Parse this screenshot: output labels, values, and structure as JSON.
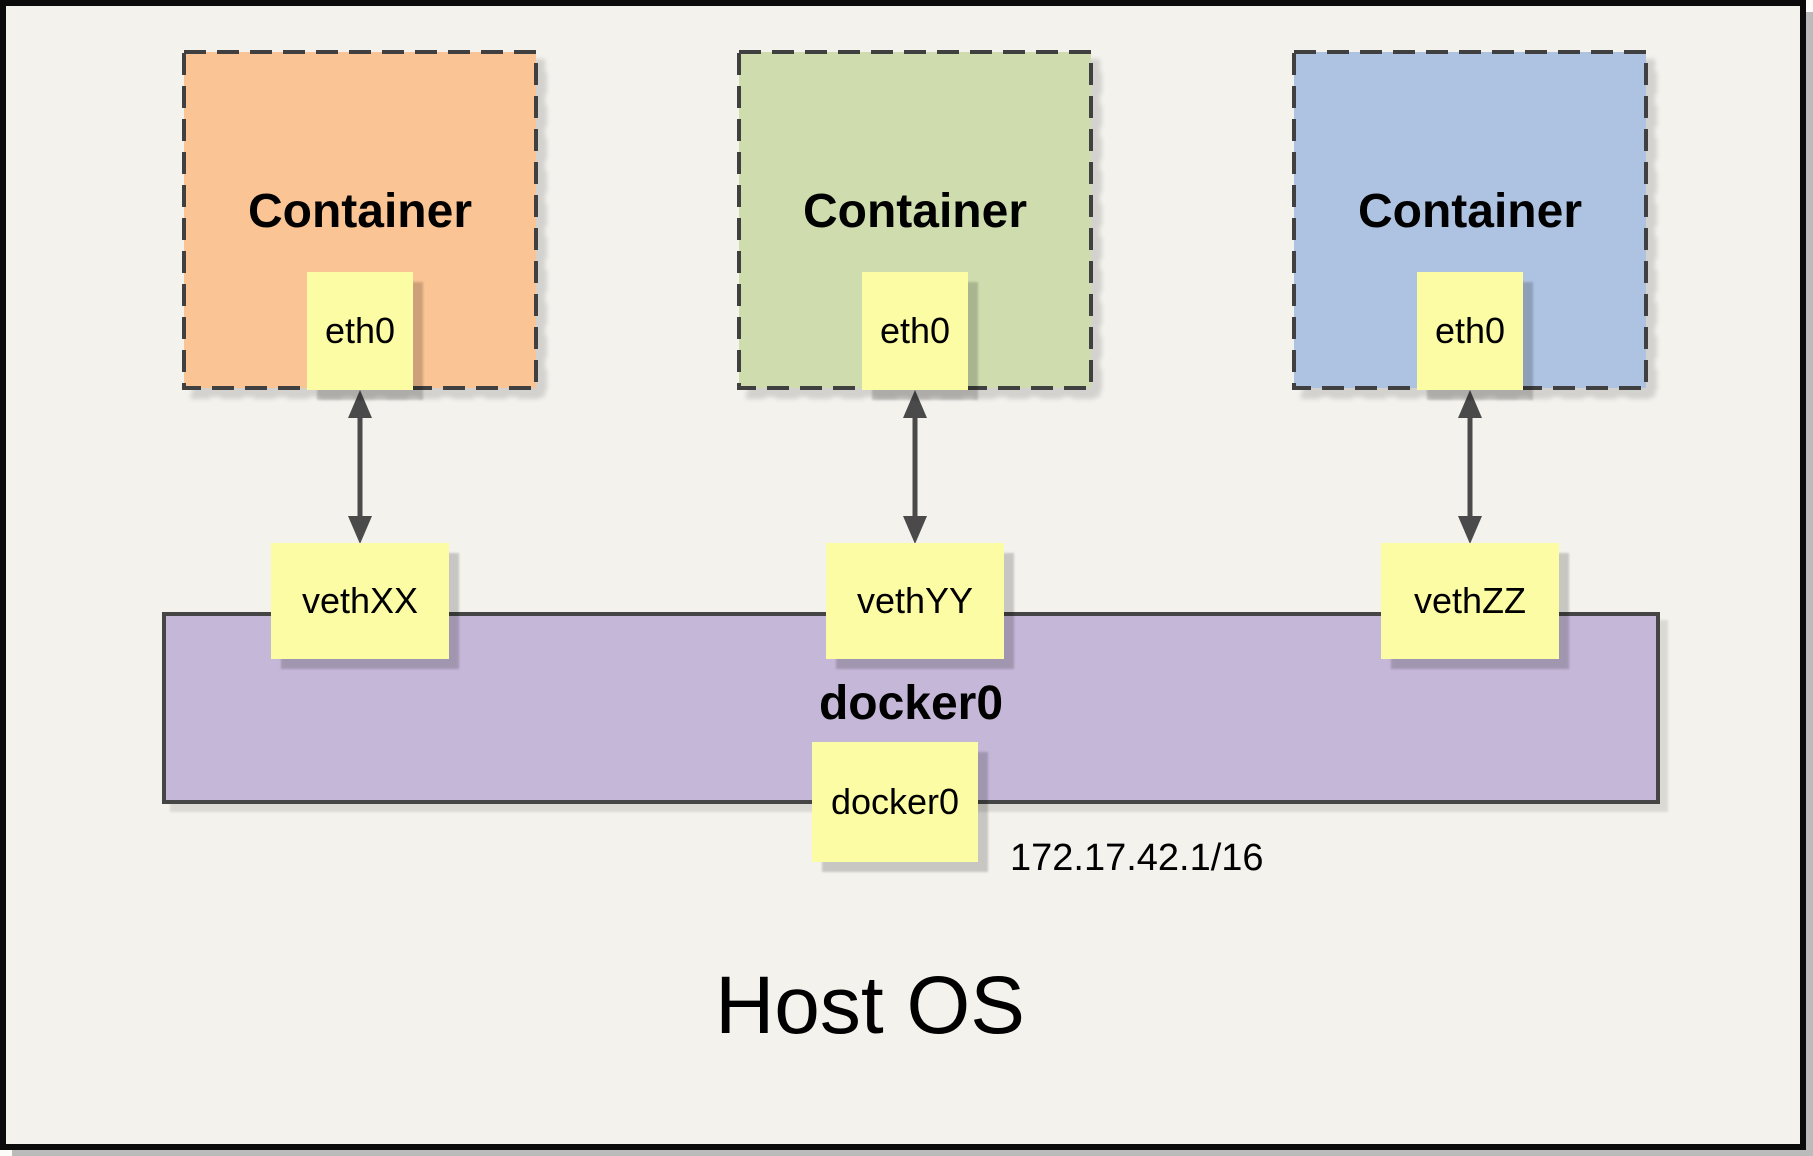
{
  "containers": [
    {
      "title": "Container",
      "iface": "eth0",
      "veth": "vethXX"
    },
    {
      "title": "Container",
      "iface": "eth0",
      "veth": "vethYY"
    },
    {
      "title": "Container",
      "iface": "eth0",
      "veth": "vethZZ"
    }
  ],
  "bridge": {
    "title": "docker0",
    "iface": "docker0",
    "ip": "172.17.42.1/16"
  },
  "host": {
    "title": "Host OS"
  },
  "colors": {
    "page_background": "#F4F2ED",
    "frame": "#0B0B0B",
    "page_drop_shadow": "#BBBBBB",
    "containers": [
      "#FAC494",
      "#CFDDAE",
      "#AEC3E1"
    ],
    "interface_box": "#FCFCA4",
    "bridge_bar": "#C5B7D7",
    "stroke": "#454545"
  }
}
